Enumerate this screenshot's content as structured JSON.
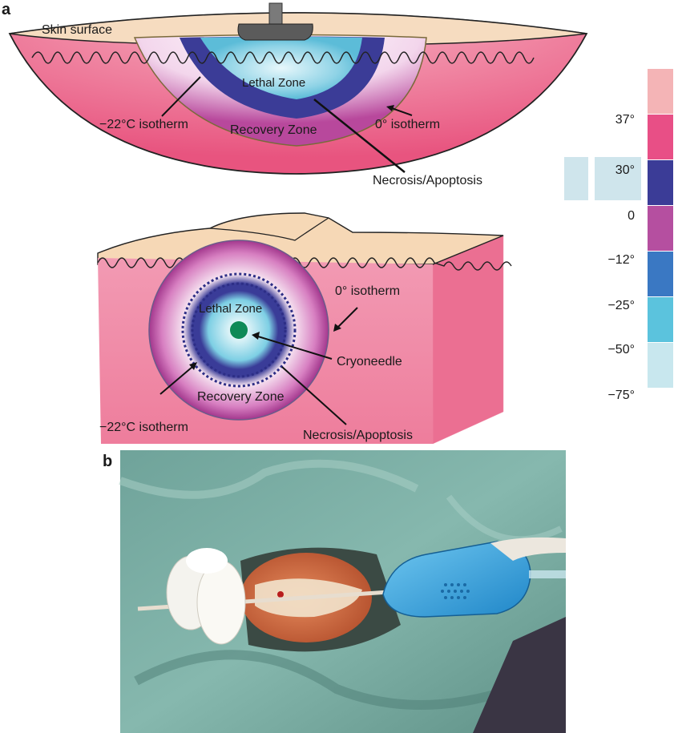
{
  "panel_a": {
    "label": "a",
    "top_diagram": {
      "skin_surface": "Skin surface",
      "lethal_zone": "Lethal Zone",
      "recovery_zone": "Recovery Zone",
      "isotherm_22": "−22°C isotherm",
      "isotherm_0": "0° isotherm",
      "necrosis": "Necrosis/Apoptosis"
    },
    "bottom_diagram": {
      "lethal_zone": "Lethal Zone",
      "recovery_zone": "Recovery Zone",
      "isotherm_0": "0° isotherm",
      "isotherm_22": "−22°C isotherm",
      "cryoneedle": "Cryoneedle",
      "necrosis": "Necrosis/Apoptosis"
    },
    "temperature_scale": {
      "labels": [
        "37°",
        "30°",
        "0",
        "−12°",
        "−25°",
        "−50°",
        "−75°"
      ],
      "colors": [
        "#f4b4b6",
        "#e84f86",
        "#3b3c97",
        "#b54fa0",
        "#3a78c3",
        "#5bc3dd",
        "#c8e7ee"
      ]
    }
  },
  "panel_b": {
    "label": "b",
    "photo": "cryoablation-procedure-photo"
  }
}
